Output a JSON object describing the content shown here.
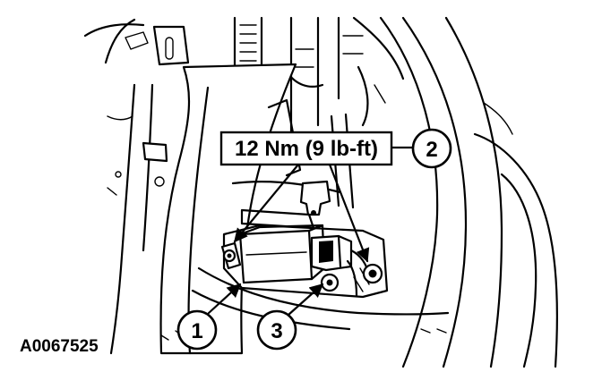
{
  "torque_callout": {
    "text": "12 Nm (9 lb-ft)"
  },
  "callouts": [
    {
      "number": "1"
    },
    {
      "number": "2"
    },
    {
      "number": "3"
    }
  ],
  "figure_id": "A0067525"
}
